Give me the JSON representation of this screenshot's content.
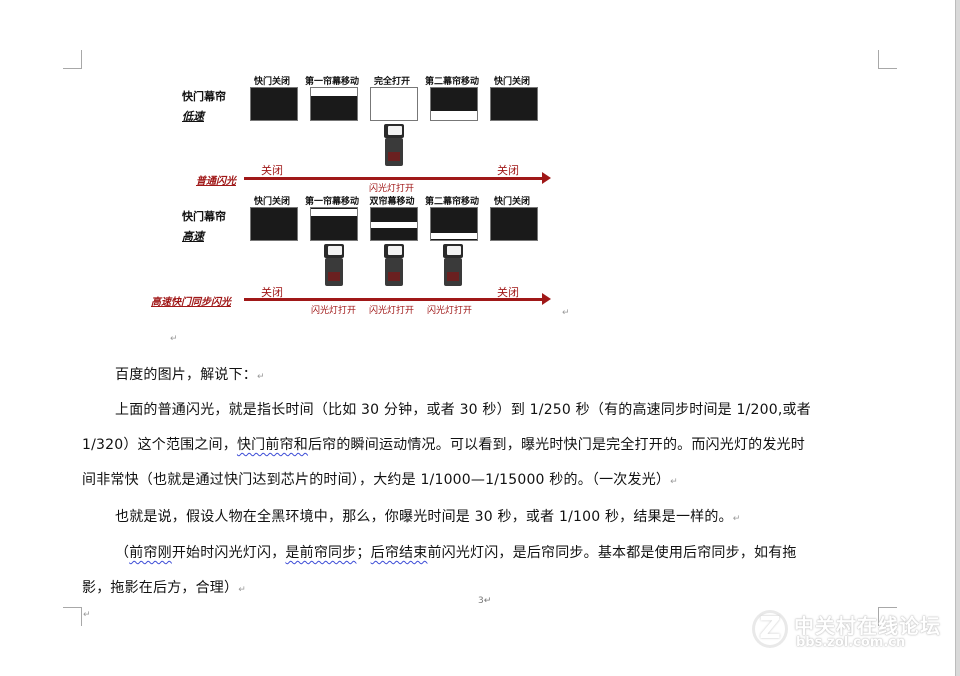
{
  "figure": {
    "low_speed": {
      "row_label": "快门幕帘",
      "row_sublabel": "低速",
      "columns": [
        "快门关闭",
        "第一帘幕移动",
        "完全打开",
        "第二幕帘移动",
        "快门关闭"
      ],
      "flash_label": "普通闪光",
      "state_start": "关闭",
      "state_end": "关闭",
      "flash_on": "闪光灯打开"
    },
    "high_speed": {
      "row_label": "快门幕帘",
      "row_sublabel": "高速",
      "columns": [
        "快门关闭",
        "第一帘幕移动",
        "双帘幕移动",
        "第二幕帘移动",
        "快门关闭"
      ],
      "flash_label": "高速快门同步闪光",
      "state_start": "关闭",
      "state_end": "关闭",
      "flash_on": [
        "闪光灯打开",
        "闪光灯打开",
        "闪光灯打开"
      ]
    },
    "accent_color": "#a01818"
  },
  "document": {
    "paragraphs": {
      "p1": "百度的图片，解说下：",
      "p2_line1": "上面的普通闪光，就是指长时间（比如 30 分钟，或者 30 秒）到 1/250 秒（有的高速同步时间是 1/200,或者",
      "p2_line2_a": "1/320）这个范围之间，",
      "p2_line2_wavy": "快门前帘和",
      "p2_line2_b": "后帘的瞬间运动情况。可以看到，曝光时快门是完全打开的。而闪光灯的发光时",
      "p2_line3": "间非常快（也就是通过快门达到芯片的时间），大约是 1/1000—1/15000 秒的。（一次发光）",
      "p3": "也就是说，假设人物在全黑环境中，那么，你曝光时间是 30 秒，或者 1/100 秒，结果是一样的。",
      "p4_line1_a": "（",
      "p4_line1_w1": "前帘刚",
      "p4_line1_b": "开始时闪光灯闪，",
      "p4_line1_w2": "是前帘同步",
      "p4_line1_c": "；",
      "p4_line1_w3": "后帘结束",
      "p4_line1_d": "前闪光灯闪，是后帘同步。基本都是使用后帘同步，如有拖",
      "p4_line2": "影，拖影在后方，合理）"
    },
    "paragraph_mark": "↵",
    "page_number": "3"
  },
  "watermark": {
    "logo": "Z",
    "title": "中关村在线论坛",
    "url": "bbs.zol.com.cn"
  }
}
